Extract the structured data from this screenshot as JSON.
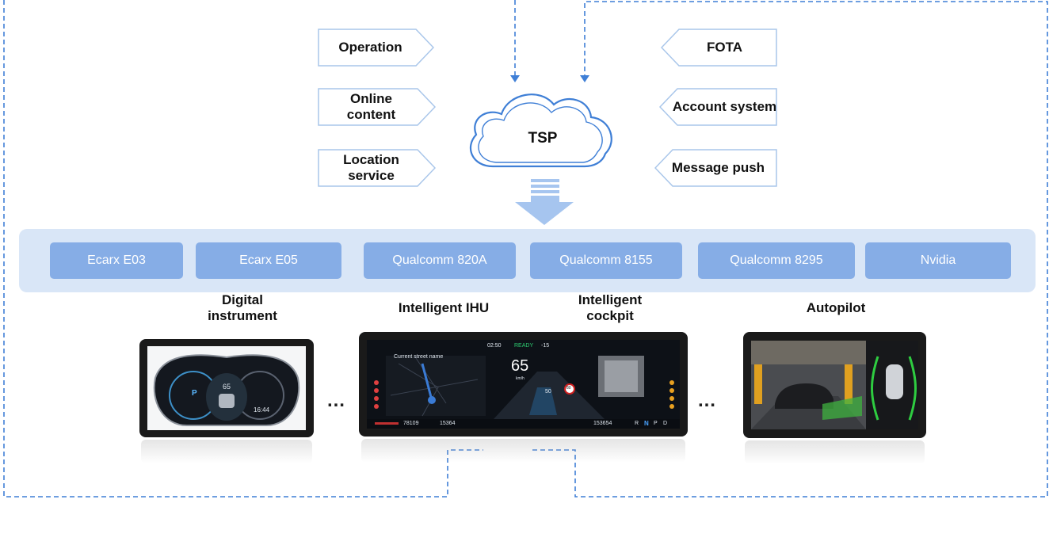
{
  "services_left": [
    {
      "label": "Operation"
    },
    {
      "label": "Online\ncontent"
    },
    {
      "label": "Location\nservice"
    }
  ],
  "services_right": [
    {
      "label": "FOTA"
    },
    {
      "label": "Account system"
    },
    {
      "label": "Message push"
    }
  ],
  "cloud": {
    "label": "TSP"
  },
  "chips": [
    "Ecarx E03",
    "Ecarx E05",
    "Qualcomm 820A",
    "Qualcomm 8155",
    "Qualcomm 8295",
    "Nvidia"
  ],
  "devices": {
    "digital_instrument": {
      "label": "Digital\ninstrument",
      "speed": "65",
      "time": "16:44",
      "gear": "P"
    },
    "intelligent_ihu": {
      "label": "Intelligent IHU"
    },
    "intelligent_cockpit": {
      "label": "Intelligent\ncockpit",
      "speed": "65",
      "speed_unit": "km/h",
      "street": "Current street name",
      "clock": "02:50",
      "status": "READY",
      "temp": "-15",
      "odo": "78109",
      "trip": "15364",
      "total": "153654",
      "gears": [
        "R",
        "N",
        "P",
        "D"
      ],
      "limit": "80",
      "dist": "50"
    },
    "autopilot": {
      "label": "Autopilot"
    }
  },
  "ellipsis": "…",
  "colors": {
    "dashed_line": "#3f7fd6",
    "box_border": "#a9c6ea",
    "chip_fill": "#86ade6",
    "panel_fill": "#d9e6f7",
    "down_arrow": "#a6c5ef"
  }
}
